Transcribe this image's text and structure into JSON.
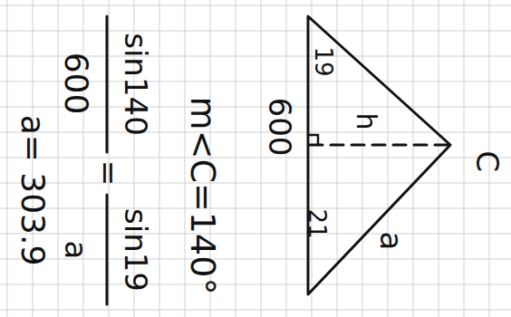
{
  "diagram": {
    "labels": [
      "19",
      "21",
      "600",
      "h",
      "a",
      "C",
      "m<C=140°",
      "sin140",
      "600",
      "=",
      "sin19",
      "a",
      "a= 303.9"
    ]
  }
}
